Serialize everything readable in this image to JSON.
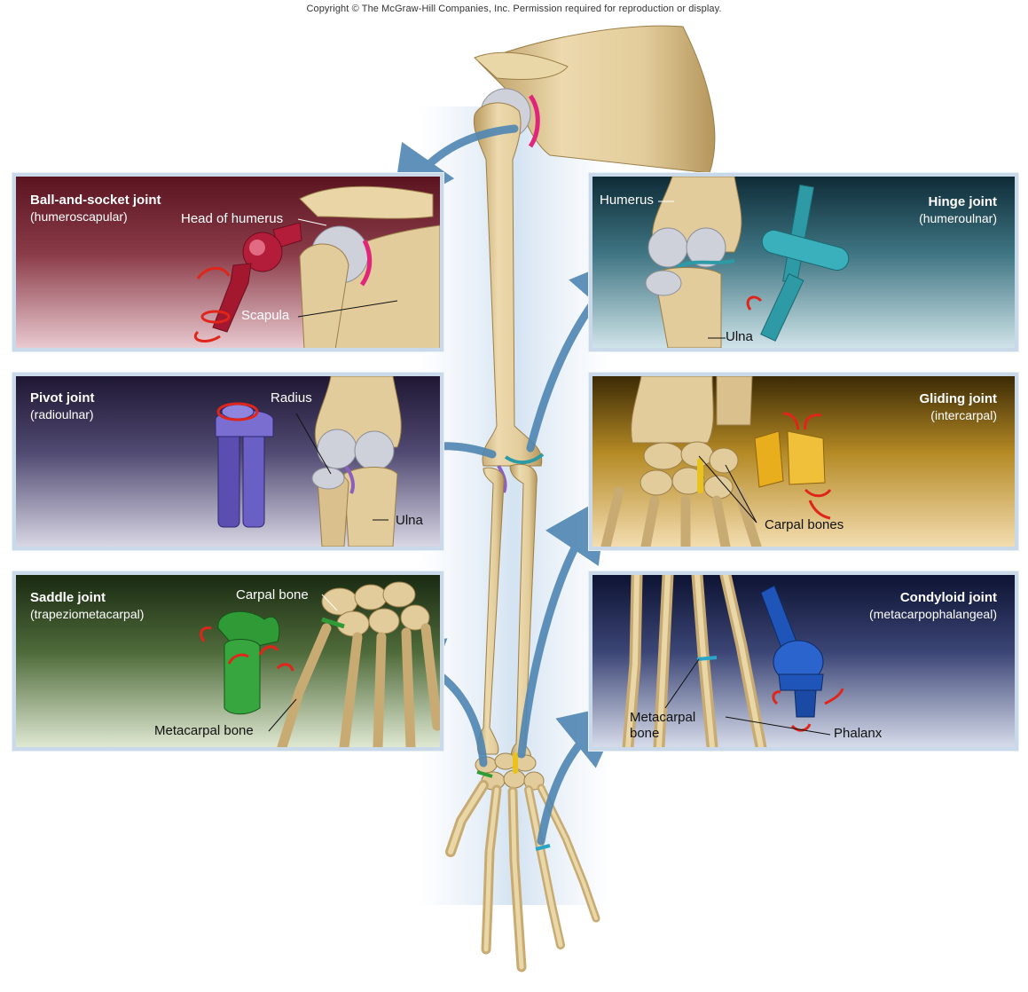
{
  "copyright": "Copyright © The McGraw-Hill Companies, Inc. Permission required for reproduction or display.",
  "colors": {
    "bone": "#e2cc9b",
    "bone_shade": "#c4a66d",
    "arrow": "#4f86b3",
    "ball_socket": "#b31d3a",
    "hinge": "#2e9aa6",
    "pivot": "#5a4fb0",
    "gliding": "#e9ae1e",
    "saddle": "#2f9a36",
    "condyloid": "#1f55b8",
    "motion_arrow": "#e0251b"
  },
  "panels": {
    "ball": {
      "title": "Ball-and-socket joint",
      "subtitle": "(humeroscapular)",
      "label_head": "Head of humerus",
      "label_scapula": "Scapula"
    },
    "hinge": {
      "title": "Hinge joint",
      "subtitle": "(humeroulnar)",
      "label_humerus": "Humerus",
      "label_ulna": "Ulna"
    },
    "pivot": {
      "title": "Pivot joint",
      "subtitle": "(radioulnar)",
      "label_radius": "Radius",
      "label_ulna": "Ulna"
    },
    "gliding": {
      "title": "Gliding joint",
      "subtitle": "(intercarpal)",
      "label_carpals": "Carpal bones"
    },
    "saddle": {
      "title": "Saddle joint",
      "subtitle": "(trapeziometacarpal)",
      "label_carpal": "Carpal bone",
      "label_metacarpal": "Metacarpal bone"
    },
    "condyloid": {
      "title": "Condyloid joint",
      "subtitle": "(metacarpophalangeal)",
      "label_metacarpal_1": "Metacarpal",
      "label_metacarpal_2": "bone",
      "label_phalanx": "Phalanx"
    }
  }
}
